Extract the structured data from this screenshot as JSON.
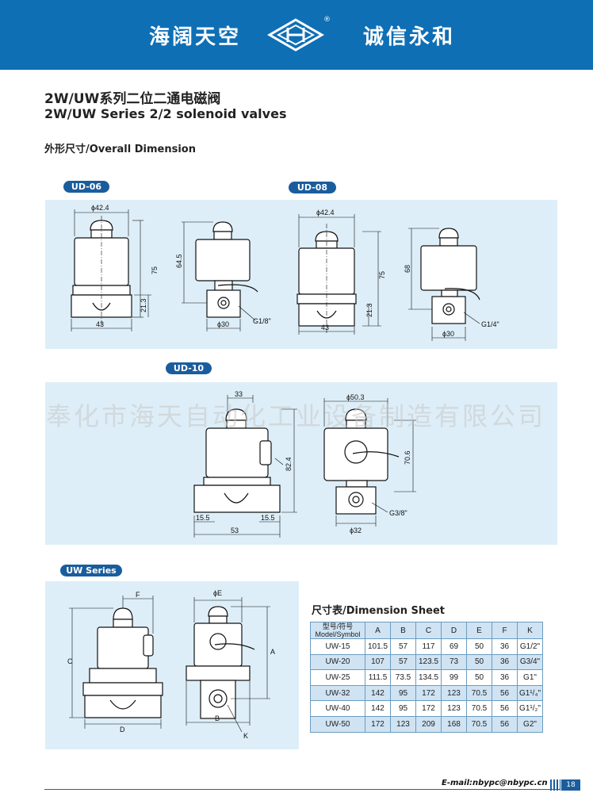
{
  "header": {
    "left_slogan": "海阔天空",
    "right_slogan": "诚信永和",
    "registered_mark": "®"
  },
  "title": {
    "cn": "2W/UW系列二位二通电磁阀",
    "en": "2W/UW  Series 2/2 solenoid valves"
  },
  "section": "外形尺寸/Overall Dimension",
  "watermark": "奉化市海天自动化工业设备制造有限公司",
  "ud06": {
    "label": "UD-06",
    "front": {
      "dia": "ϕ42.4",
      "h_total": "75",
      "h_body": "21.3",
      "w": "43"
    },
    "side": {
      "h": "64.5",
      "port": "G1/8\"",
      "dia": "ϕ30"
    }
  },
  "ud08": {
    "label": "UD-08",
    "front": {
      "dia": "ϕ42.4",
      "h_total": "75",
      "h_body": "21.3",
      "w": "43"
    },
    "side": {
      "h": "68",
      "port": "G1/4\"",
      "dia": "ϕ30"
    }
  },
  "ud10": {
    "label": "UD-10",
    "front": {
      "w_top": "33",
      "h_total": "82.4",
      "left": "15.5",
      "right": "15.5",
      "w": "53"
    },
    "side": {
      "dia_top": "ϕ50.3",
      "h": "70.6",
      "port": "G3/8\"",
      "dia": "ϕ32"
    }
  },
  "uw": {
    "label": "UW Series",
    "front": {
      "F": "F",
      "C": "C",
      "D": "D"
    },
    "side": {
      "E": "ϕE",
      "A": "A",
      "B": "B",
      "K": "K"
    }
  },
  "sheet": {
    "title": "尺寸表/Dimension Sheet",
    "header_model_cn": "型号/符号",
    "header_model_en": "Model/Symbol",
    "columns": [
      "A",
      "B",
      "C",
      "D",
      "E",
      "F",
      "K"
    ],
    "rows": [
      {
        "model": "UW-15",
        "A": "101.5",
        "B": "57",
        "C": "117",
        "D": "69",
        "E": "50",
        "F": "36",
        "K": "G1/2\""
      },
      {
        "model": "UW-20",
        "A": "107",
        "B": "57",
        "C": "123.5",
        "D": "73",
        "E": "50",
        "F": "36",
        "K": "G3/4\""
      },
      {
        "model": "UW-25",
        "A": "111.5",
        "B": "73.5",
        "C": "134.5",
        "D": "99",
        "E": "50",
        "F": "36",
        "K": "G1\""
      },
      {
        "model": "UW-32",
        "A": "142",
        "B": "95",
        "C": "172",
        "D": "123",
        "E": "70.5",
        "F": "56",
        "K": "G1¹/₄\""
      },
      {
        "model": "UW-40",
        "A": "142",
        "B": "95",
        "C": "172",
        "D": "123",
        "E": "70.5",
        "F": "56",
        "K": "G1¹/₂\""
      },
      {
        "model": "UW-50",
        "A": "172",
        "B": "123",
        "C": "209",
        "D": "168",
        "E": "70.5",
        "F": "56",
        "K": "G2\""
      }
    ]
  },
  "footer": {
    "email": "E-mail:nbypc@nbypc.cn",
    "page": "18"
  },
  "colors": {
    "header_blue": "#0e6fb5",
    "pill_blue": "#1a5d9d",
    "panel_bg": "#ddeef8"
  }
}
